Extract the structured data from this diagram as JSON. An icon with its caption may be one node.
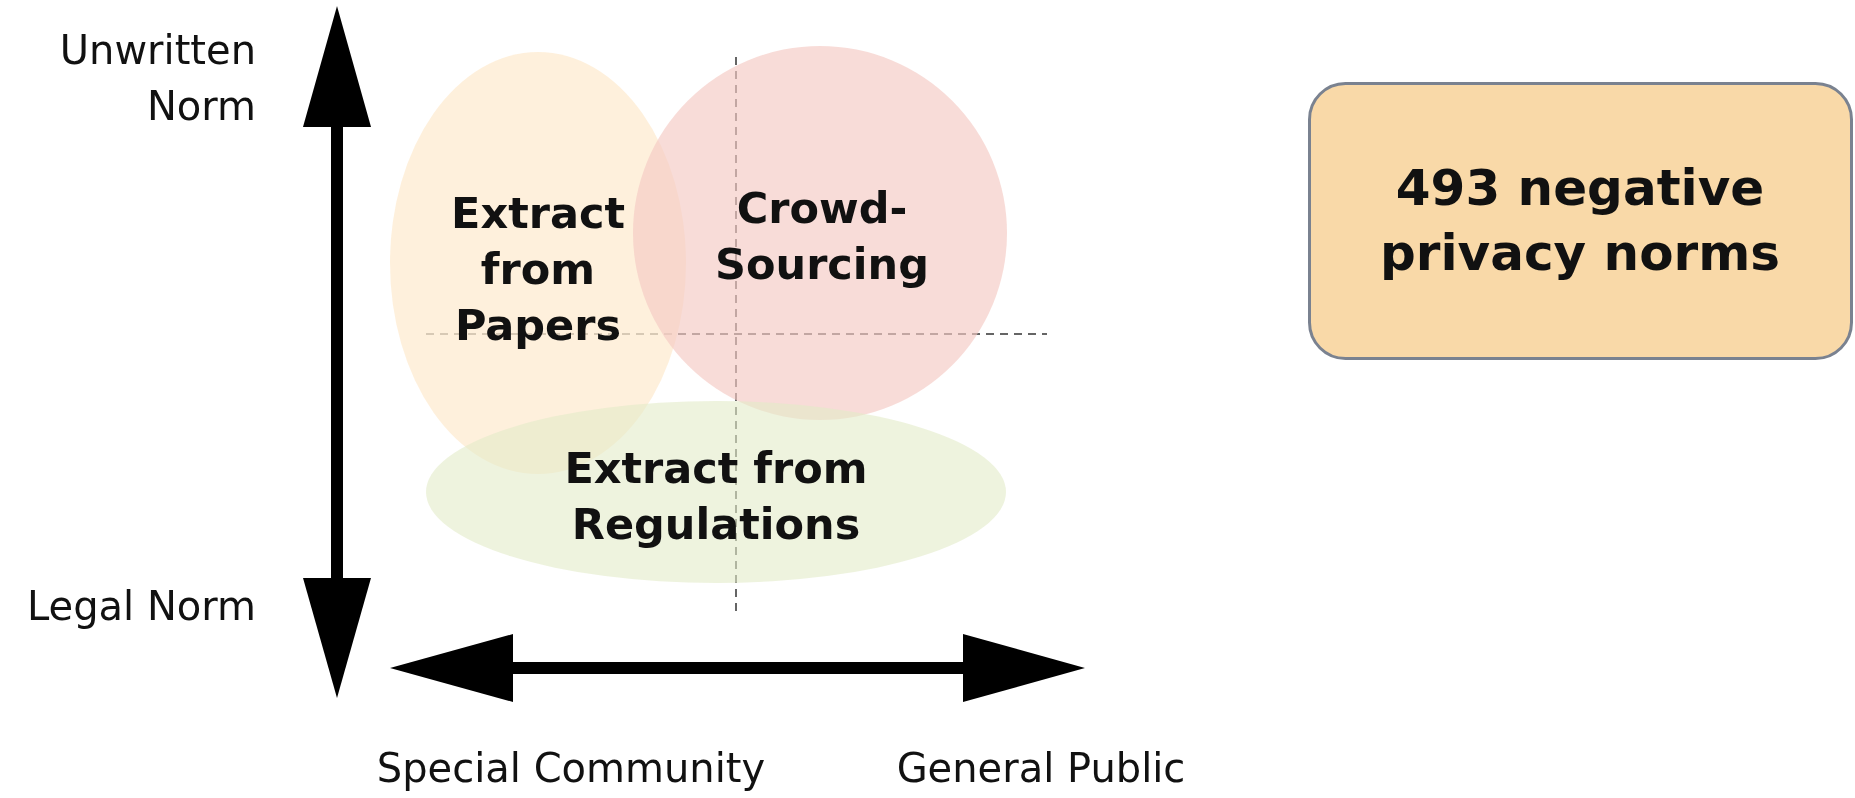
{
  "diagram": {
    "nodes": [
      {
        "text": [
          "Extract from Papers"
        ]
      },
      {
        "text": [
          "Crowd-Sourcing"
        ]
      },
      {
        "text": [
          "Extract from Regulations"
        ]
      },
      {
        "text": [
          "493 negative privacy norms"
        ]
      }
    ],
    "labels": [
      "Unwritten Norm",
      "Legal Norm",
      "Special Community",
      "General Public"
    ]
  }
}
